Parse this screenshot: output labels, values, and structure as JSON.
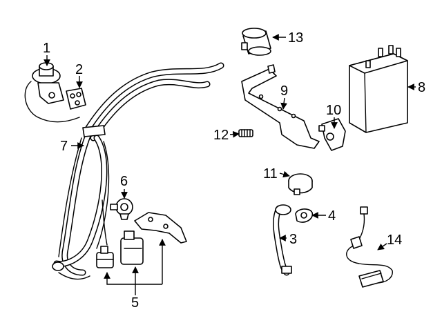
{
  "callouts": [
    {
      "id": "c1",
      "text": "1"
    },
    {
      "id": "c2",
      "text": "2"
    },
    {
      "id": "c3",
      "text": "3"
    },
    {
      "id": "c4",
      "text": "4"
    },
    {
      "id": "c5",
      "text": "5"
    },
    {
      "id": "c6",
      "text": "6"
    },
    {
      "id": "c7",
      "text": "7"
    },
    {
      "id": "c8",
      "text": "8"
    },
    {
      "id": "c9",
      "text": "9"
    },
    {
      "id": "c10",
      "text": "10"
    },
    {
      "id": "c11",
      "text": "11"
    },
    {
      "id": "c12",
      "text": "12"
    },
    {
      "id": "c13",
      "text": "13"
    },
    {
      "id": "c14",
      "text": "14"
    }
  ],
  "colors": {
    "line": "#000000",
    "fill": "#ffffff",
    "background": "#ffffff"
  }
}
